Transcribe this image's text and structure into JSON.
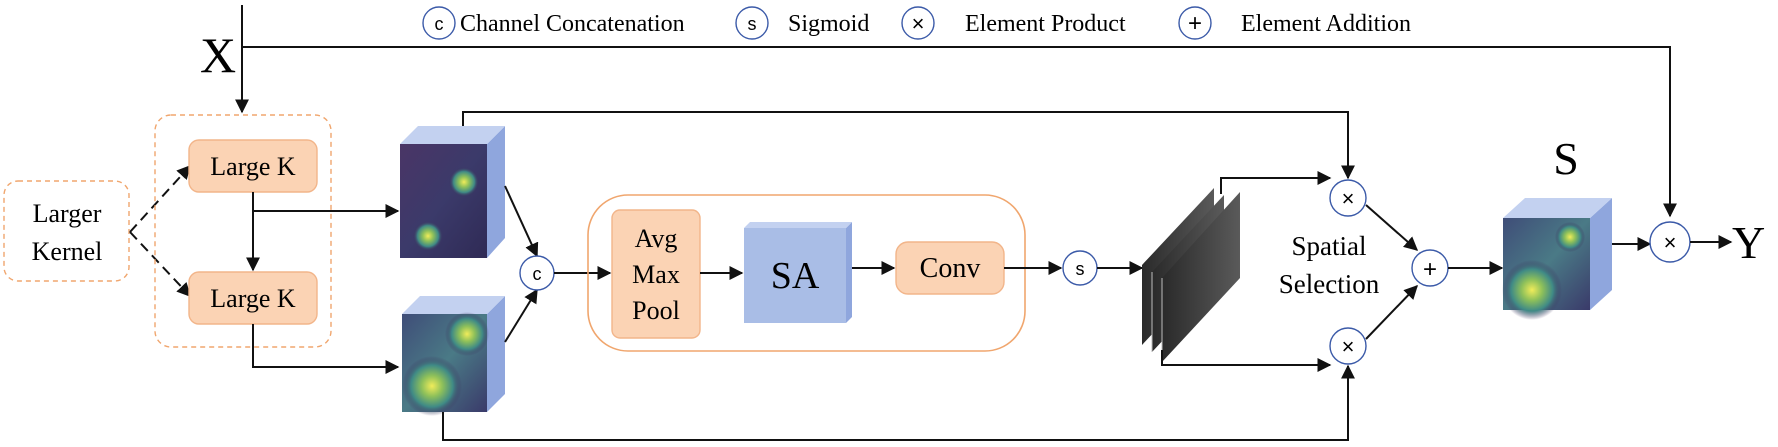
{
  "legend": {
    "concat": {
      "symbol": "c",
      "label": "Channel Concatenation"
    },
    "sigmoid": {
      "symbol": "s",
      "label": "Sigmoid"
    },
    "product": {
      "symbol": "×",
      "label": "Element Product"
    },
    "addition": {
      "symbol": "+",
      "label": "Element Addition"
    }
  },
  "input_label": "X",
  "output_label": "Y",
  "larger_kernel": {
    "line1": "Larger",
    "line2": "Kernel"
  },
  "large_k_top": "Large K",
  "large_k_bottom": "Large K",
  "pool": {
    "line1": "Avg",
    "line2": "Max",
    "line3": "Pool"
  },
  "sa_label": "SA",
  "conv_label": "Conv",
  "spatial_selection": {
    "line1": "Spatial",
    "line2": "Selection"
  },
  "s_label": "S",
  "symbols": {
    "concat": "c",
    "sigmoid": "s",
    "product": "×",
    "addition": "+"
  },
  "colors": {
    "orange_fill": "#fbd3b4",
    "orange_border": "#f2b58a",
    "dashed_border": "#f0a66e",
    "sa_fill": "#a9bde6",
    "cube_side": "#8fa6dd",
    "cube_top": "#c3d1f0",
    "circle_stroke": "#3b5aa8",
    "heatmap_dark": "#3d2a5a",
    "heatmap_hot": "#e6e24a",
    "slab_dark": "#3a3a3a"
  }
}
